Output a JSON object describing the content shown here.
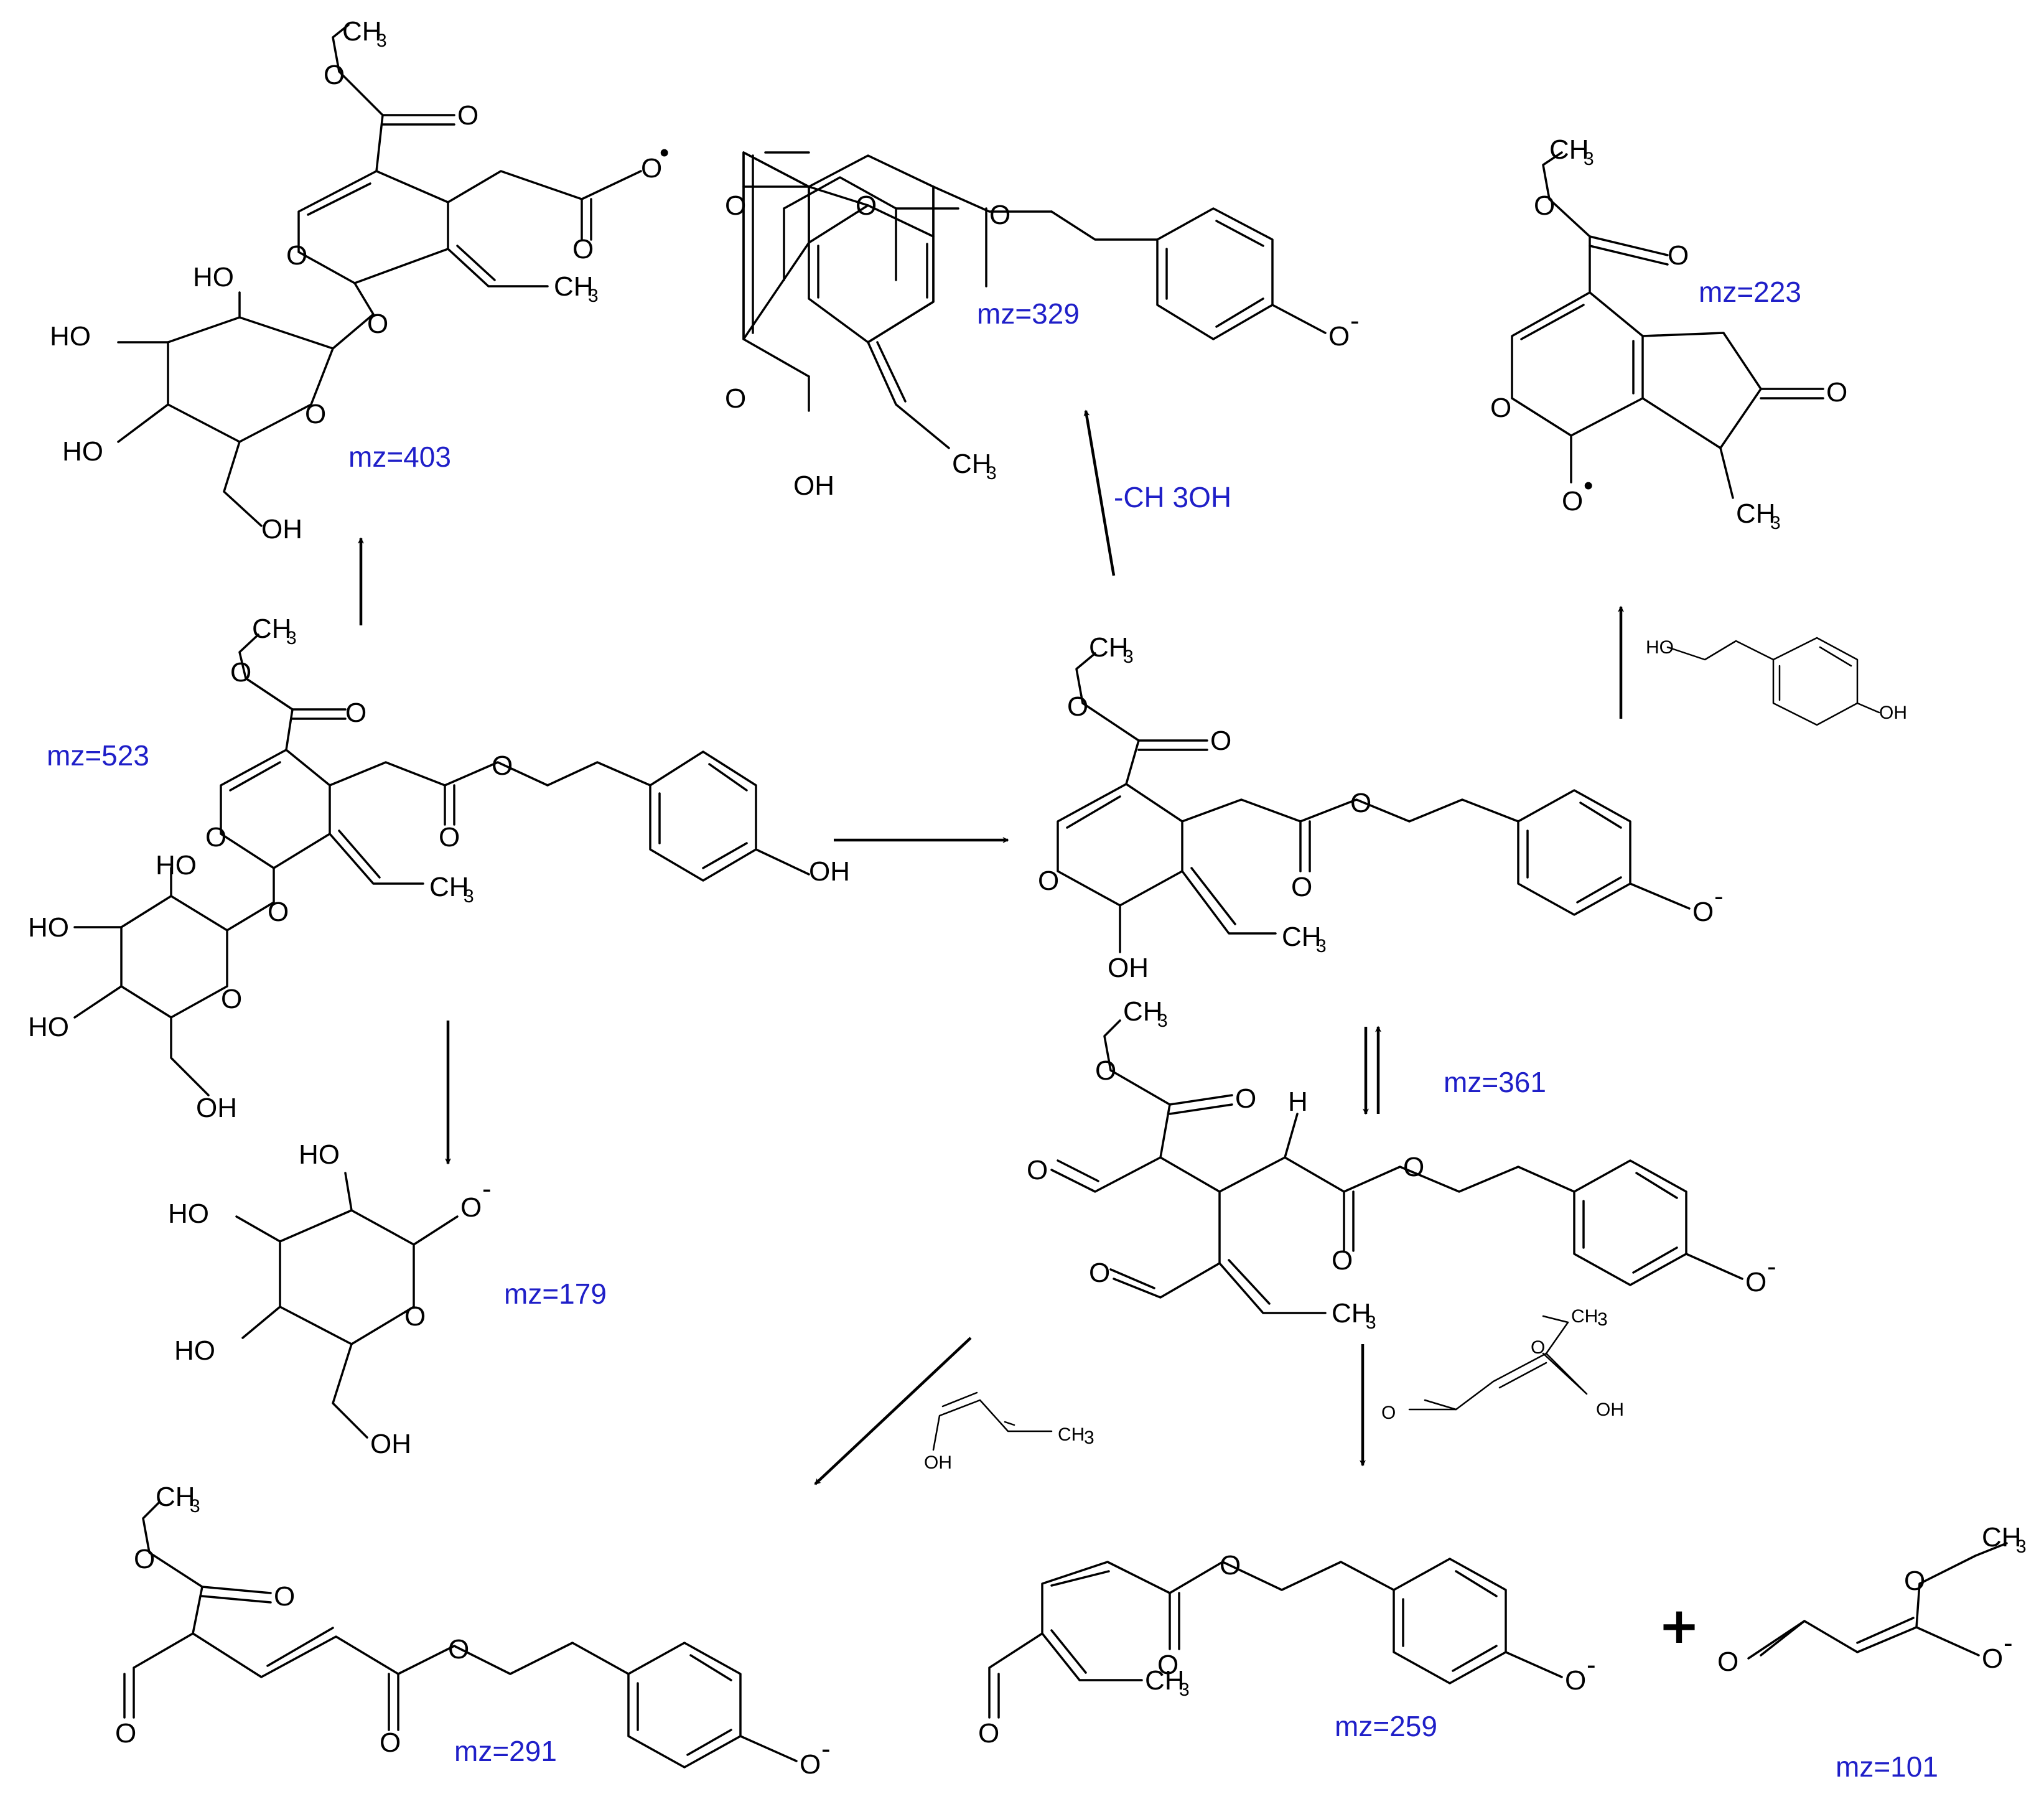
{
  "mz_labels": {
    "m523": "mz=523",
    "m403": "mz=403",
    "m329": "mz=329",
    "m223": "mz=223",
    "m361": "mz=361",
    "m179": "mz=179",
    "m291": "mz=291",
    "m259": "mz=259",
    "m101": "mz=101"
  },
  "arrow_labels": {
    "to329": "-CH 3OH"
  },
  "atoms": {
    "O": "O",
    "OH": "OH",
    "HO": "HO",
    "CH": "CH",
    "three": "3",
    "H": "H",
    "minus": "-",
    "radical": "•"
  },
  "operators": {
    "plus": "+"
  }
}
